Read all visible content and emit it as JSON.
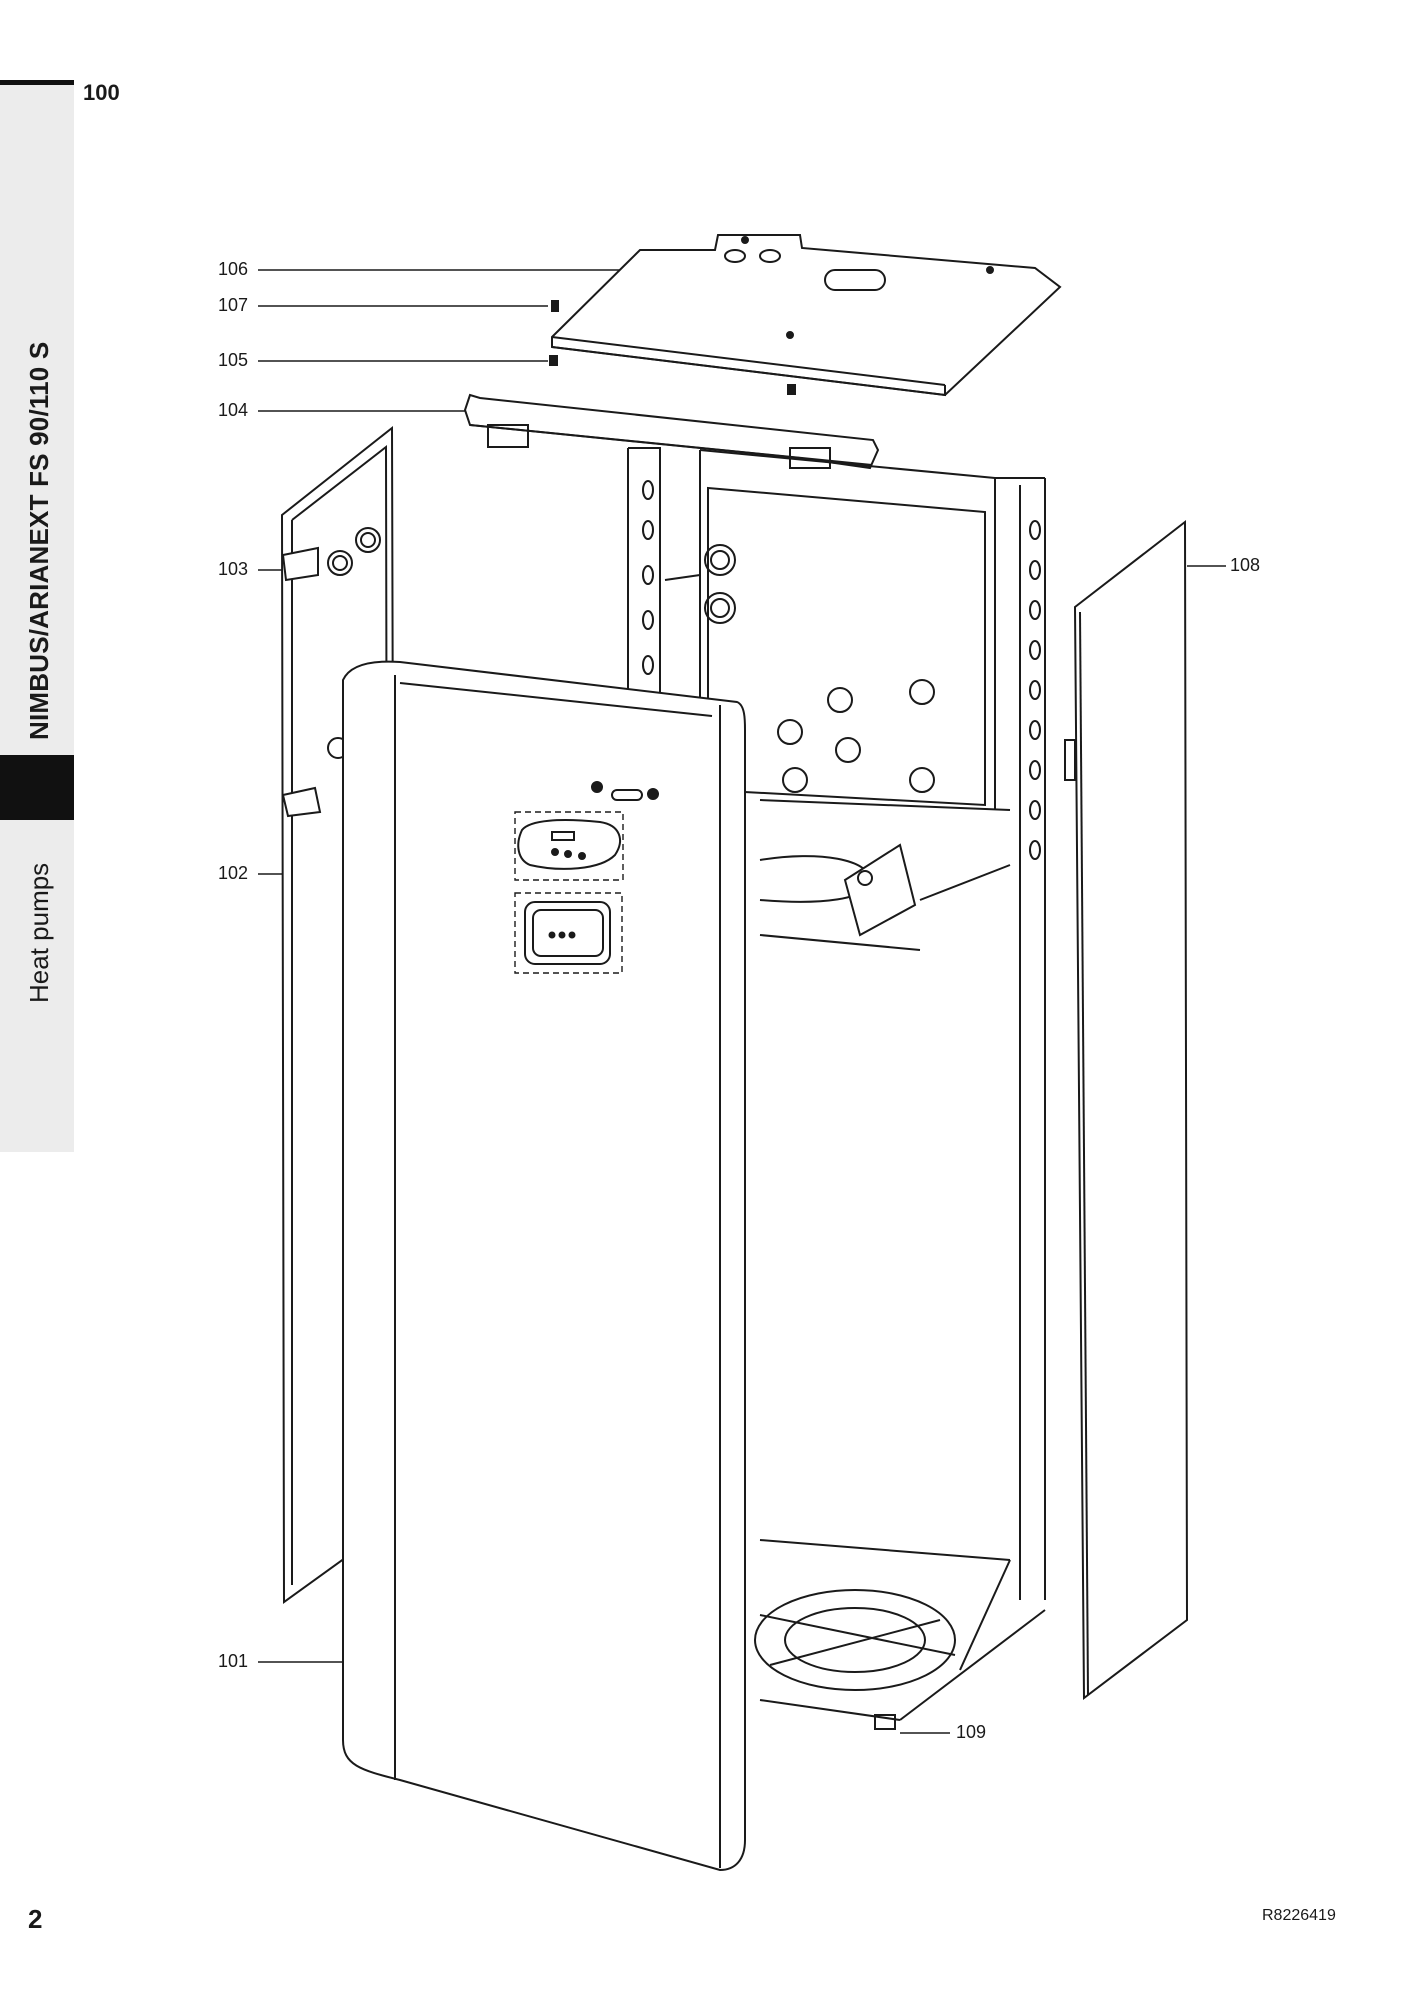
{
  "page": {
    "section_number": "100",
    "model_title": "NIMBUS/ARIANEXT FS 90/110 S",
    "category": "Heat pumps",
    "page_number": "2",
    "reference_code": "R8226419"
  },
  "callouts": [
    {
      "id": "106",
      "label": "106"
    },
    {
      "id": "107",
      "label": "107"
    },
    {
      "id": "105",
      "label": "105"
    },
    {
      "id": "104",
      "label": "104"
    },
    {
      "id": "103",
      "label": "103"
    },
    {
      "id": "108",
      "label": "108"
    },
    {
      "id": "102",
      "label": "102"
    },
    {
      "id": "101",
      "label": "101"
    },
    {
      "id": "109",
      "label": "109"
    }
  ],
  "colors": {
    "line": "#1a1a1a",
    "panel_fill": "#ffffff",
    "side_strip": "#ececec"
  },
  "icons": [
    "exploded-view-drawing"
  ]
}
